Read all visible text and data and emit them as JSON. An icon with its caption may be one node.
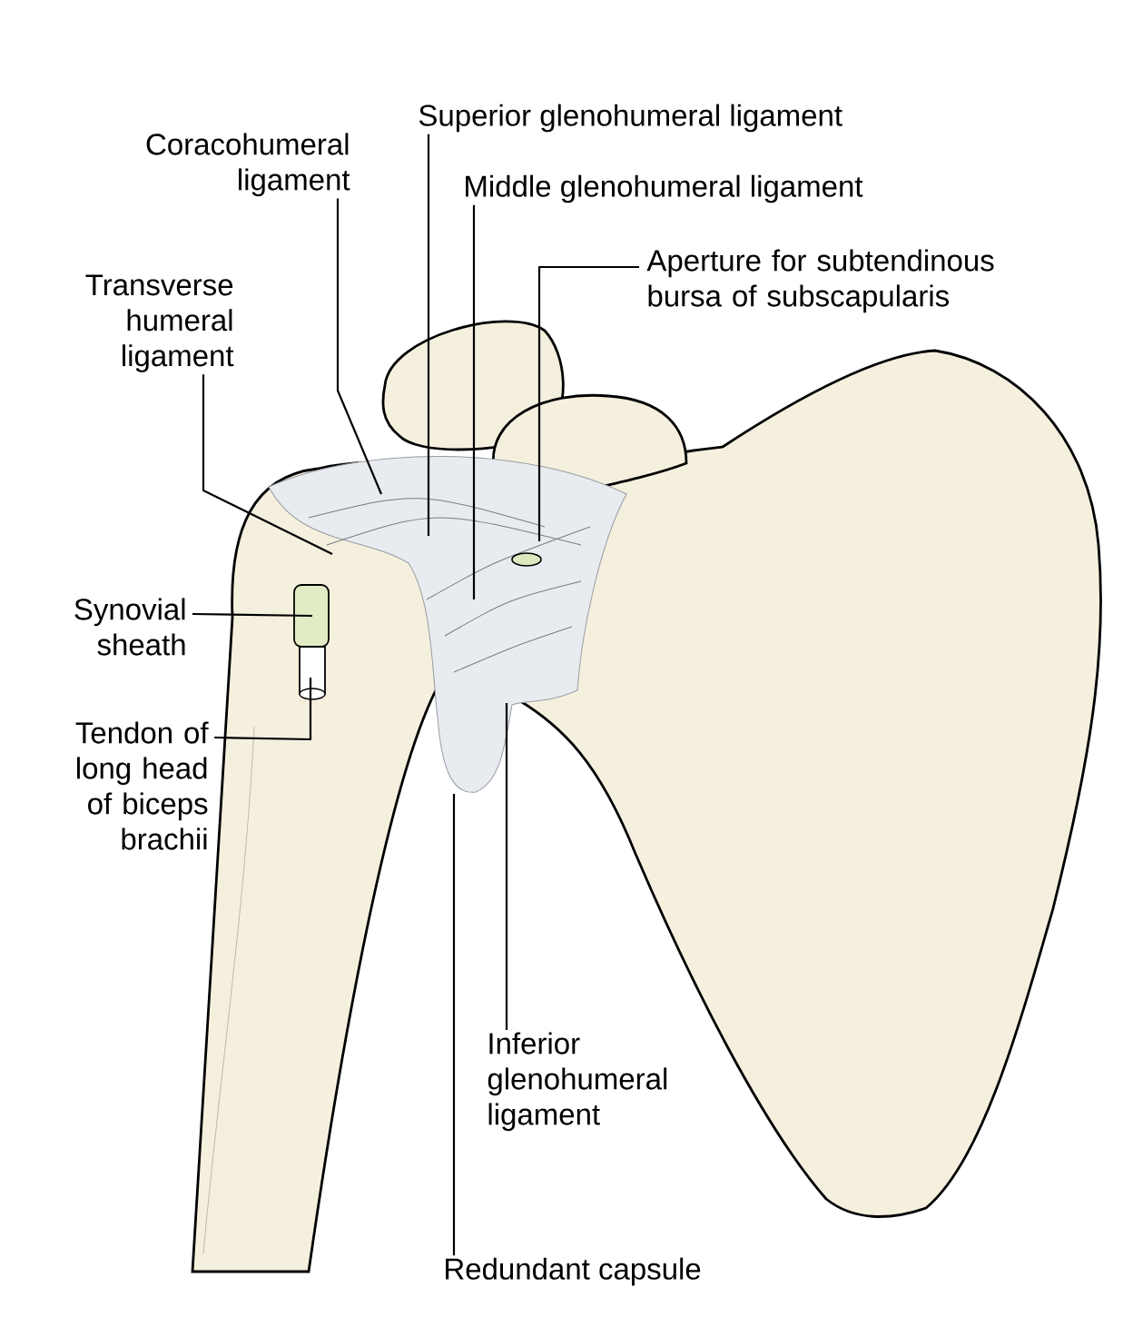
{
  "diagram": {
    "nodes": [
      {
        "text": [
          "Coracohumeral ligament"
        ]
      },
      {
        "text": [
          "Superior glenohumeral ligament"
        ]
      },
      {
        "text": [
          "Middle glenohumeral ligament"
        ]
      },
      {
        "text": [
          "Aperture for subtendinous bursa of subscapularis"
        ]
      },
      {
        "text": [
          "Transverse humeral ligament"
        ]
      },
      {
        "text": [
          "Synovial sheath"
        ]
      },
      {
        "text": [
          "Tendon of long head of biceps brachii"
        ]
      },
      {
        "text": [
          "Inferior glenohumeral ligament"
        ]
      },
      {
        "text": [
          "Redundant capsule"
        ]
      }
    ],
    "edges": [
      {
        "from": 0,
        "to": null,
        "arrow": "none"
      },
      {
        "from": 1,
        "to": null,
        "arrow": "none"
      },
      {
        "from": 2,
        "to": null,
        "arrow": "none"
      },
      {
        "from": 3,
        "to": null,
        "arrow": "none"
      },
      {
        "from": 4,
        "to": null,
        "arrow": "none"
      },
      {
        "from": 5,
        "to": null,
        "arrow": "none"
      },
      {
        "from": 6,
        "to": null,
        "arrow": "none"
      },
      {
        "from": 7,
        "to": null,
        "arrow": "none"
      },
      {
        "from": 8,
        "to": null,
        "arrow": "none"
      }
    ]
  }
}
